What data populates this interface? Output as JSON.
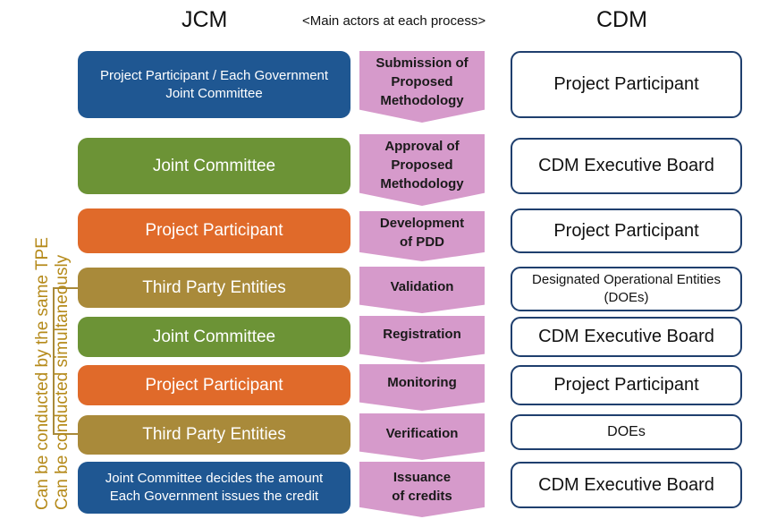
{
  "headers": {
    "jcm": "JCM",
    "middle": "<Main actors at each process>",
    "cdm": "CDM"
  },
  "side_note": {
    "line1": "Can be conducted by the same TPE",
    "line2": "Can be conducted simultaneously"
  },
  "rows": [
    {
      "jcm_lines": [
        "Project Participant / Each Government",
        "Joint Committee"
      ],
      "jcm_color": "#1f5792",
      "process_lines": [
        "Submission of",
        "Proposed",
        "Methodology"
      ],
      "cdm_lines": [
        "Project Participant"
      ]
    },
    {
      "jcm_lines": [
        "Joint Committee"
      ],
      "jcm_color": "#6c9336",
      "process_lines": [
        "Approval of",
        "Proposed",
        "Methodology"
      ],
      "cdm_lines": [
        "CDM Executive Board"
      ]
    },
    {
      "jcm_lines": [
        "Project Participant"
      ],
      "jcm_color": "#e06a2a",
      "process_lines": [
        "Development",
        "of PDD"
      ],
      "cdm_lines": [
        "Project Participant"
      ]
    },
    {
      "jcm_lines": [
        "Third Party Entities"
      ],
      "jcm_color": "#a98a3a",
      "process_lines": [
        "Validation"
      ],
      "cdm_lines": [
        "Designated Operational Entities",
        "(DOEs)"
      ]
    },
    {
      "jcm_lines": [
        "Joint Committee"
      ],
      "jcm_color": "#6c9336",
      "process_lines": [
        "Registration"
      ],
      "cdm_lines": [
        "CDM Executive Board"
      ]
    },
    {
      "jcm_lines": [
        "Project Participant"
      ],
      "jcm_color": "#e06a2a",
      "process_lines": [
        "Monitoring"
      ],
      "cdm_lines": [
        "Project Participant"
      ]
    },
    {
      "jcm_lines": [
        "Third Party Entities"
      ],
      "jcm_color": "#a98a3a",
      "process_lines": [
        "Verification"
      ],
      "cdm_lines": [
        "DOEs"
      ]
    },
    {
      "jcm_lines": [
        "Joint Committee decides the amount",
        "Each Government issues the credit"
      ],
      "jcm_color": "#1f5792",
      "process_lines": [
        "Issuance",
        "of credits"
      ],
      "cdm_lines": [
        "CDM Executive Board"
      ]
    }
  ]
}
